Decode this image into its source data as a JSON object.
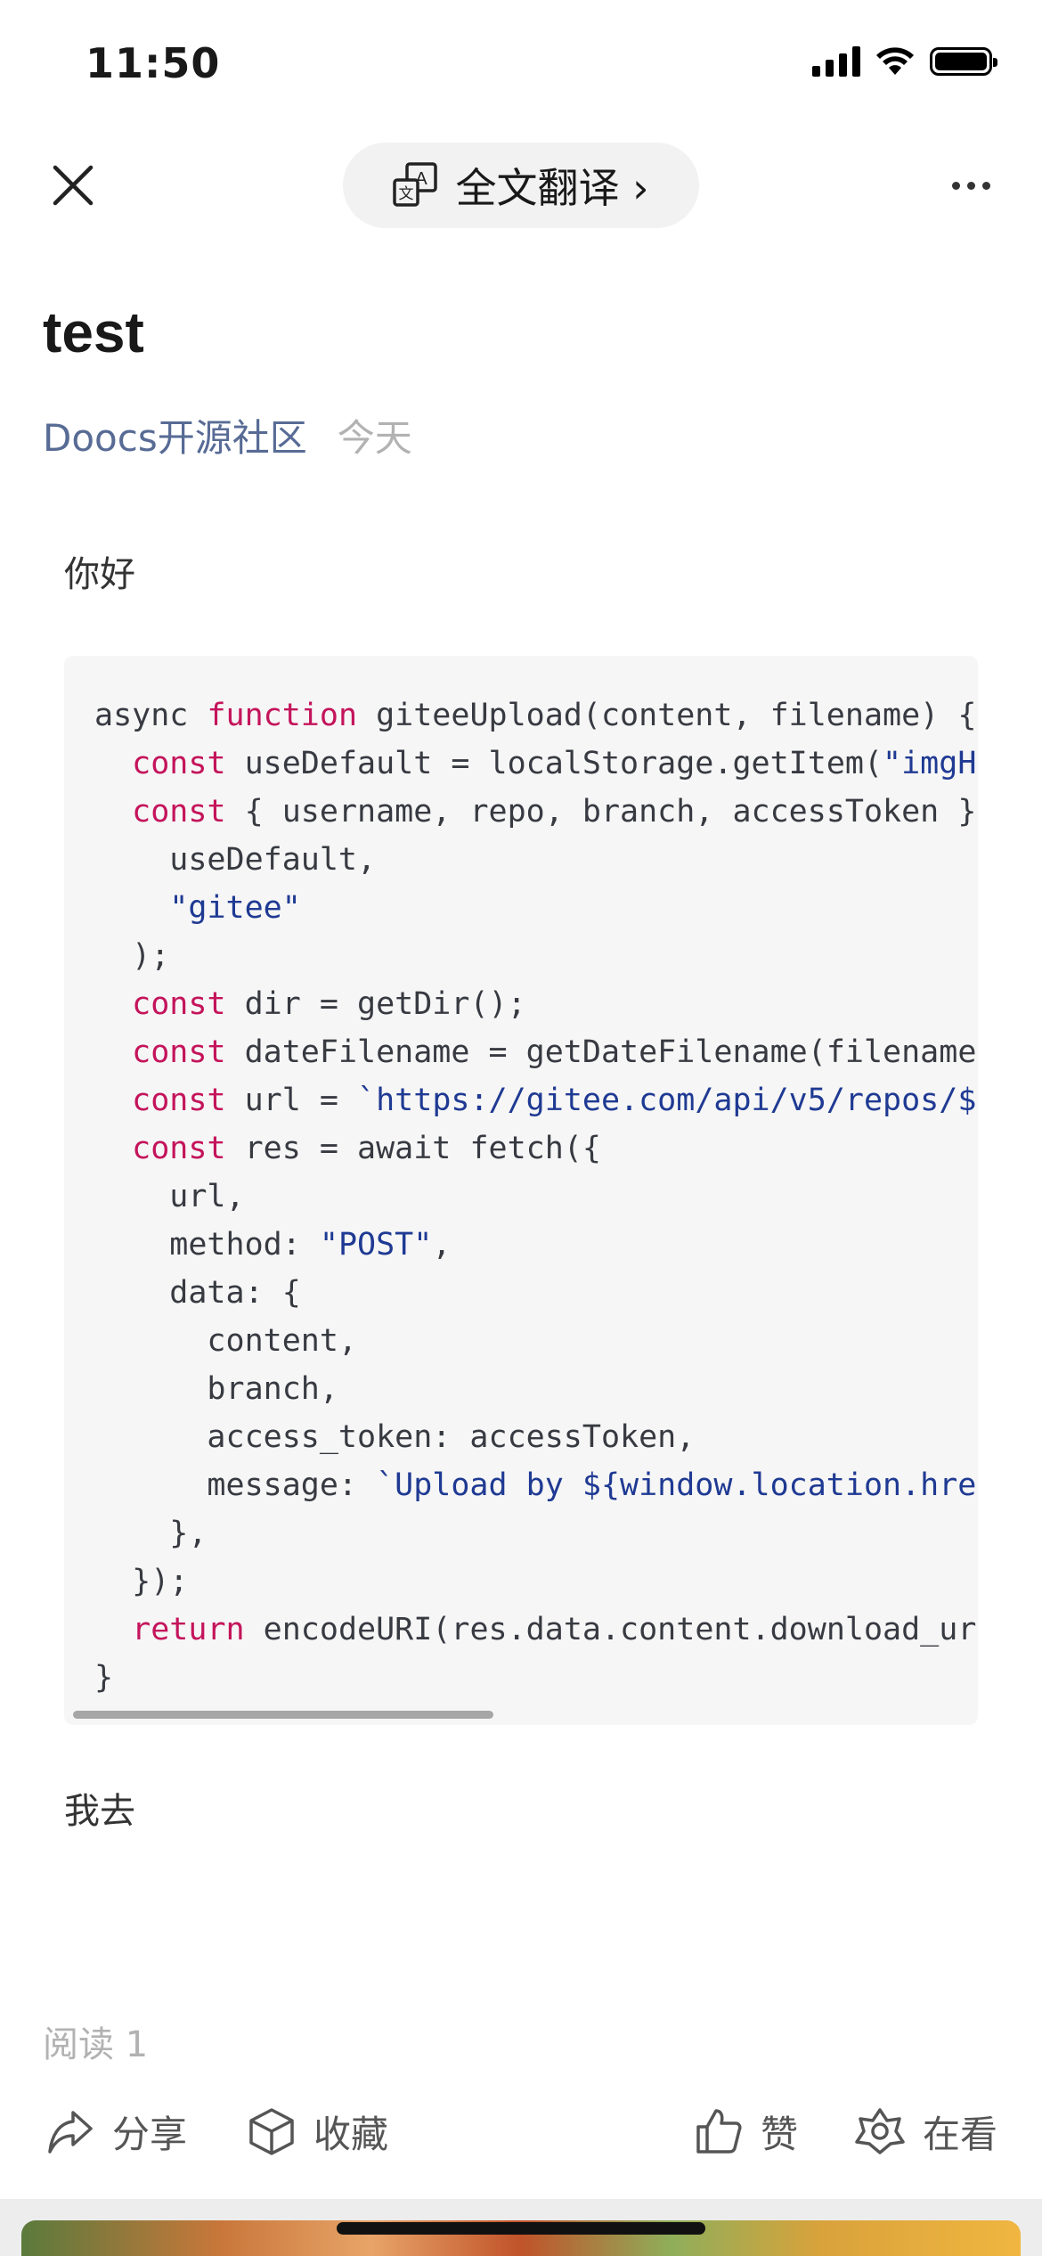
{
  "status_bar": {
    "time": "11:50"
  },
  "nav": {
    "translate_label": "全文翻译 ›"
  },
  "article": {
    "title": "test",
    "author": "Doocs开源社区",
    "date": "今天",
    "paragraph_1": "你好",
    "paragraph_2": "我去",
    "code_lines": [
      [
        {
          "t": "async ",
          "c": ""
        },
        {
          "t": "function",
          "c": "kw2"
        },
        {
          "t": " giteeUpload(content, filename) {",
          "c": ""
        }
      ],
      [
        {
          "t": "  ",
          "c": ""
        },
        {
          "t": "const",
          "c": "kw2"
        },
        {
          "t": " useDefault = localStorage.getItem(",
          "c": ""
        },
        {
          "t": "\"imgH",
          "c": "str"
        }
      ],
      [
        {
          "t": "  ",
          "c": ""
        },
        {
          "t": "const",
          "c": "kw2"
        },
        {
          "t": " { username, repo, branch, accessToken }",
          "c": ""
        }
      ],
      [
        {
          "t": "    useDefault,",
          "c": ""
        }
      ],
      [
        {
          "t": "    ",
          "c": ""
        },
        {
          "t": "\"gitee\"",
          "c": "str"
        }
      ],
      [
        {
          "t": "  );",
          "c": ""
        }
      ],
      [
        {
          "t": "  ",
          "c": ""
        },
        {
          "t": "const",
          "c": "kw2"
        },
        {
          "t": " dir = getDir();",
          "c": ""
        }
      ],
      [
        {
          "t": "  ",
          "c": ""
        },
        {
          "t": "const",
          "c": "kw2"
        },
        {
          "t": " dateFilename = getDateFilename(filename",
          "c": ""
        }
      ],
      [
        {
          "t": "  ",
          "c": ""
        },
        {
          "t": "const",
          "c": "kw2"
        },
        {
          "t": " url = ",
          "c": ""
        },
        {
          "t": "`https://gitee.com/api/v5/repos/$",
          "c": "str"
        }
      ],
      [
        {
          "t": "  ",
          "c": ""
        },
        {
          "t": "const",
          "c": "kw2"
        },
        {
          "t": " res = await fetch({",
          "c": ""
        }
      ],
      [
        {
          "t": "    url,",
          "c": ""
        }
      ],
      [
        {
          "t": "    method: ",
          "c": ""
        },
        {
          "t": "\"POST\"",
          "c": "str"
        },
        {
          "t": ",",
          "c": ""
        }
      ],
      [
        {
          "t": "    data: {",
          "c": ""
        }
      ],
      [
        {
          "t": "      content,",
          "c": ""
        }
      ],
      [
        {
          "t": "      branch,",
          "c": ""
        }
      ],
      [
        {
          "t": "      access_token: accessToken,",
          "c": ""
        }
      ],
      [
        {
          "t": "      message: ",
          "c": ""
        },
        {
          "t": "`Upload by ${window.location.hre",
          "c": "str"
        }
      ],
      [
        {
          "t": "    },",
          "c": ""
        }
      ],
      [
        {
          "t": "  });",
          "c": ""
        }
      ],
      [
        {
          "t": "  ",
          "c": ""
        },
        {
          "t": "return",
          "c": "kw2"
        },
        {
          "t": " encodeURI(res.data.content.download_ur",
          "c": ""
        }
      ],
      [
        {
          "t": "}",
          "c": ""
        }
      ]
    ],
    "read_count": "阅读 1"
  },
  "actions": {
    "share": "分享",
    "favorite": "收藏",
    "like": "赞",
    "watching": "在看"
  },
  "colors": {
    "author_link": "#576b95",
    "keyword": "#c4145b",
    "string": "#1f3a93",
    "code_bg": "#f6f6f6"
  }
}
